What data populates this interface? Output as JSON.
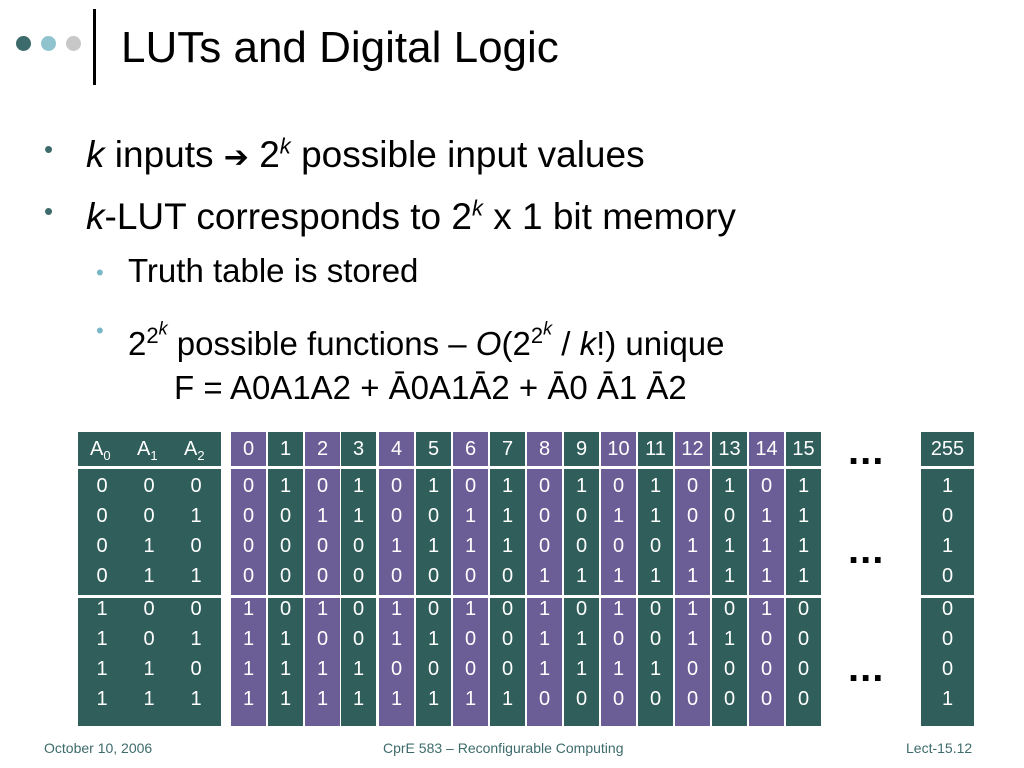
{
  "slide": {
    "title": "LUTs and Digital Logic",
    "bullet1_k": "k",
    "bullet1_text": " inputs ",
    "bullet1_arrow": "➔",
    "bullet1_two": " 2",
    "bullet1_sup": "k",
    "bullet1_rest": " possible input values",
    "bullet2_k": "k",
    "bullet2_text": "-LUT corresponds to 2",
    "bullet2_sup": "k",
    "bullet2_rest": " x 1 bit memory",
    "sub1": "Truth table is stored",
    "sub2_a": "2",
    "sub2_b": "2",
    "sub2_c": "k",
    "sub2_d": " possible functions – ",
    "sub2_O": "O",
    "sub2_e": "(2",
    "sub2_f": "2",
    "sub2_g": "k",
    "sub2_h": " / ",
    "sub2_k": "k",
    "sub2_i": "!) unique",
    "formula": "F =  A0A1A2 + Ā0A1Ā2 + Ā0 Ā1 Ā2"
  },
  "table": {
    "input_headers": [
      "A",
      "A",
      "A"
    ],
    "input_subs": [
      "0",
      "1",
      "2"
    ],
    "inputs_top": [
      [
        "0",
        "0",
        "0"
      ],
      [
        "0",
        "0",
        "1"
      ],
      [
        "0",
        "1",
        "0"
      ],
      [
        "0",
        "1",
        "1"
      ]
    ],
    "inputs_bottom": [
      [
        "1",
        "0",
        "0"
      ],
      [
        "1",
        "0",
        "1"
      ],
      [
        "1",
        "1",
        "0"
      ],
      [
        "1",
        "1",
        "1"
      ]
    ],
    "func_headers": [
      "0",
      "1",
      "2",
      "3",
      "4",
      "5",
      "6",
      "7",
      "8",
      "9",
      "10",
      "11",
      "12",
      "13",
      "14",
      "15"
    ],
    "func_top": [
      [
        "0",
        "0",
        "0",
        "0"
      ],
      [
        "1",
        "0",
        "0",
        "0"
      ],
      [
        "0",
        "1",
        "0",
        "0"
      ],
      [
        "1",
        "1",
        "0",
        "0"
      ],
      [
        "0",
        "0",
        "1",
        "0"
      ],
      [
        "1",
        "0",
        "1",
        "0"
      ],
      [
        "0",
        "1",
        "1",
        "0"
      ],
      [
        "1",
        "1",
        "1",
        "0"
      ],
      [
        "0",
        "0",
        "0",
        "1"
      ],
      [
        "1",
        "0",
        "0",
        "1"
      ],
      [
        "0",
        "1",
        "0",
        "1"
      ],
      [
        "1",
        "1",
        "0",
        "1"
      ],
      [
        "0",
        "0",
        "1",
        "1"
      ],
      [
        "1",
        "0",
        "1",
        "1"
      ],
      [
        "0",
        "1",
        "1",
        "1"
      ],
      [
        "1",
        "1",
        "1",
        "1"
      ]
    ],
    "func_bottom": [
      [
        "1",
        "1",
        "1",
        "1"
      ],
      [
        "0",
        "1",
        "1",
        "1"
      ],
      [
        "1",
        "0",
        "1",
        "1"
      ],
      [
        "0",
        "0",
        "1",
        "1"
      ],
      [
        "1",
        "1",
        "0",
        "1"
      ],
      [
        "0",
        "1",
        "0",
        "1"
      ],
      [
        "1",
        "0",
        "0",
        "1"
      ],
      [
        "0",
        "0",
        "0",
        "1"
      ],
      [
        "1",
        "1",
        "1",
        "0"
      ],
      [
        "0",
        "1",
        "1",
        "0"
      ],
      [
        "1",
        "0",
        "1",
        "0"
      ],
      [
        "0",
        "0",
        "1",
        "0"
      ],
      [
        "1",
        "1",
        "0",
        "0"
      ],
      [
        "0",
        "1",
        "0",
        "0"
      ],
      [
        "1",
        "0",
        "0",
        "0"
      ],
      [
        "0",
        "0",
        "0",
        "0"
      ]
    ],
    "ellipsis": "...",
    "last_header": "255",
    "last_top": [
      "1",
      "0",
      "1",
      "0"
    ],
    "last_bottom": [
      "0",
      "0",
      "0",
      "1"
    ]
  },
  "footer": {
    "date": "October 10, 2006",
    "course": "CprE 583 – Reconfigurable Computing",
    "lecture": "Lect-15.12"
  },
  "colors": {
    "teal": "#2f5e5b",
    "purple": "#6b5d96",
    "dot1": "#3d6b6b",
    "dot2": "#8fc4cf",
    "dot3": "#c8c8c8"
  }
}
